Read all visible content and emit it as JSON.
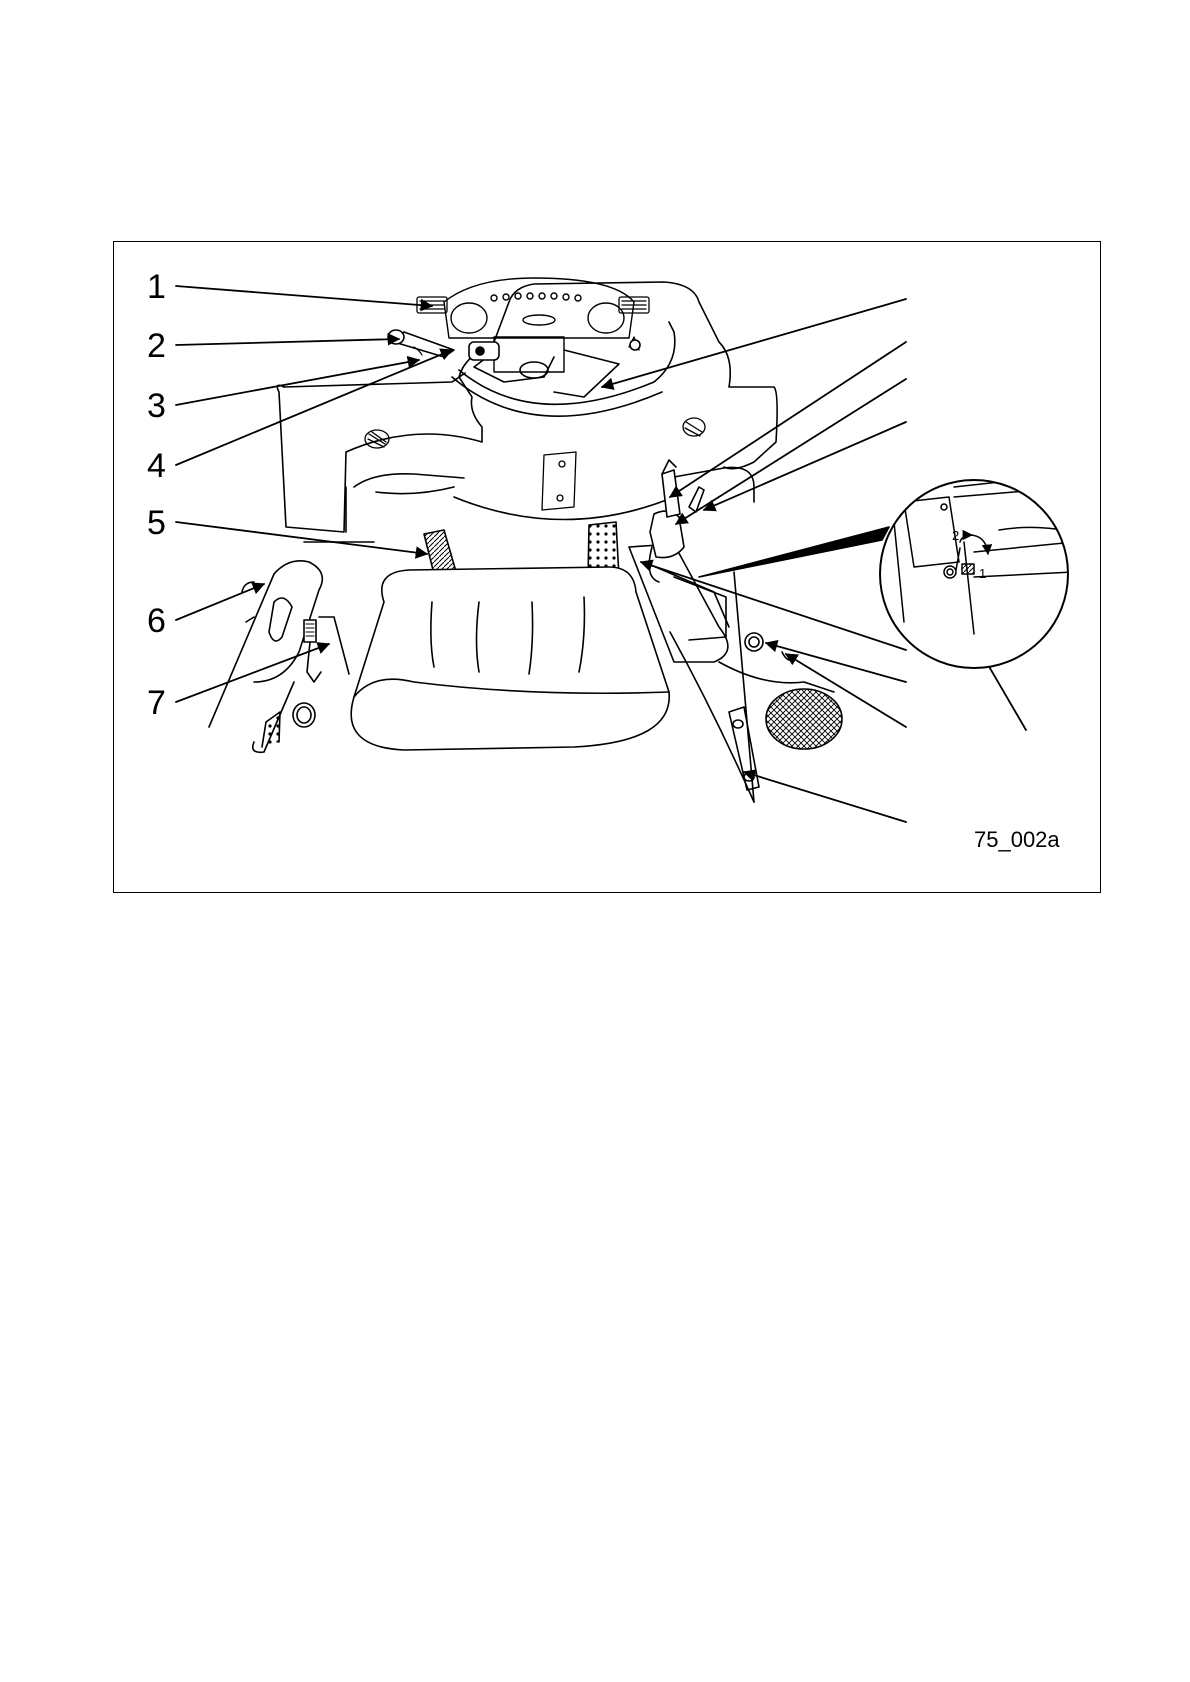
{
  "figure": {
    "code": "75_002a",
    "callouts": [
      "1",
      "2",
      "3",
      "4",
      "5",
      "6",
      "7"
    ],
    "inset_labels": [
      "2",
      "1"
    ]
  }
}
